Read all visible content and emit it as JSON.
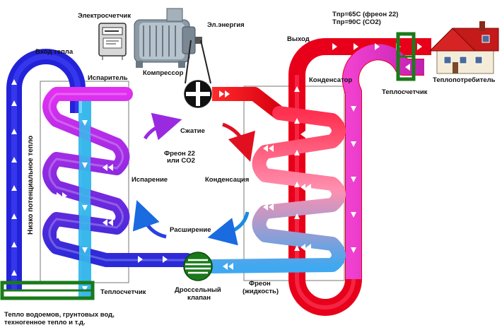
{
  "labels": {
    "electric_meter": "Электросчетчик",
    "el_energy": "Эл.энергия",
    "heat_input": "Вход тепла",
    "compressor": "Компрессор",
    "evaporator": "Испаритель",
    "condenser": "Конденсатор",
    "output": "Выход",
    "temp_freon22": "Tпр=65C (фреон 22)",
    "temp_co2": "Tпр=90C (CO2)",
    "heat_meter_top": "Теплосчетчик",
    "heat_consumer": "Теплопотребитель",
    "compression": "Сжатие",
    "refrigerant_line1": "Фреон 22",
    "refrigerant_line2": "или CO2",
    "evaporation": "Испарение",
    "condensation": "Конденсация",
    "expansion": "Расширение",
    "low_potential_heat": "Низко потенциальное тепло",
    "heat_meter_bottom": "Теплосчетчик",
    "throttle_line1": "Дроссельный",
    "throttle_line2": "клапан",
    "freon_liquid_line1": "Фреон",
    "freon_liquid_line2": "(жидкость)",
    "sources_line1": "Тепло водоемов, грунтовых вод,",
    "sources_line2": "техногенное тепло и т.д."
  },
  "colors": {
    "cold_loop": "#2a2ae0",
    "cold_loop_light": "#33bfe8",
    "vapor": "#c020e0",
    "hot": "#e8001a",
    "return_pink": "#e030c0",
    "meter_green": "#1a7a1a",
    "cycle_arrow_purple": "#9a2ae0",
    "cycle_arrow_red": "#e01020",
    "cycle_arrow_blue": "#1a8ae0"
  }
}
